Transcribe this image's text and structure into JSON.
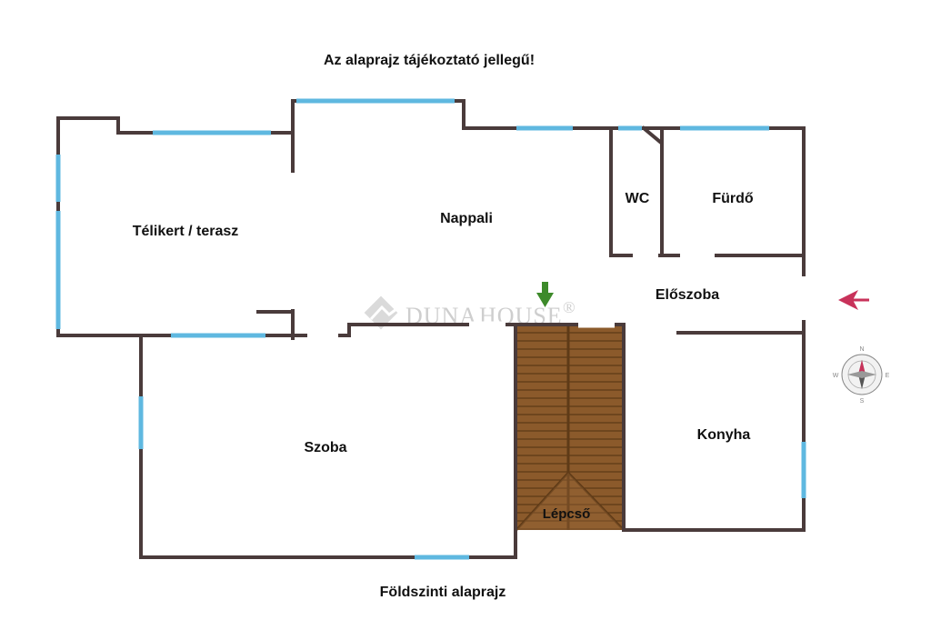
{
  "plan": {
    "notice": "Az alaprajz tájékoztató jellegű!",
    "footer": "Földszinti alaprajz",
    "rooms": {
      "telikert": "Télikert / terasz",
      "nappali": "Nappali",
      "wc": "WC",
      "furdo": "Fürdő",
      "eloszoba": "Előszoba",
      "szoba": "Szoba",
      "konyha": "Konyha",
      "lepcso": "Lépcső"
    },
    "watermark": {
      "brand_main": "DUNA",
      "brand_second": "HOUSE",
      "registered": "®"
    },
    "compass": {
      "n": "N",
      "e": "E",
      "s": "S",
      "w": "W"
    },
    "colors": {
      "wall": "#4a3b3b",
      "window": "#5fb8e0",
      "stairs": "#8b5a2b",
      "entry_arrow": "#c8325a",
      "stair_arrow": "#3d8a2a"
    }
  }
}
